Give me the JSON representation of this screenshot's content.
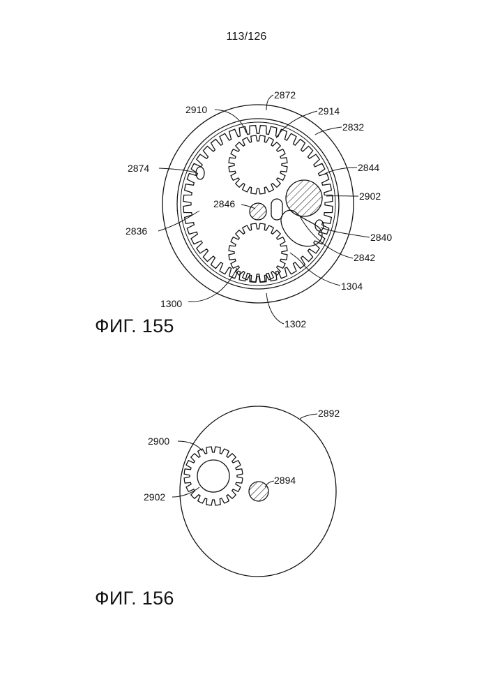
{
  "page_number": "113/126",
  "fig155": {
    "caption": "ФИГ. 155",
    "labels": {
      "l2872": "2872",
      "l2910": "2910",
      "l2914": "2914",
      "l2832": "2832",
      "l2874": "2874",
      "l2844": "2844",
      "l2902": "2902",
      "l2846": "2846",
      "l2836": "2836",
      "l2840": "2840",
      "l2842": "2842",
      "l1304": "1304",
      "l1300": "1300",
      "l1302": "1302"
    }
  },
  "fig156": {
    "caption": "ФИГ. 156",
    "labels": {
      "l2892": "2892",
      "l2900": "2900",
      "l2894": "2894",
      "l2902": "2902"
    }
  }
}
